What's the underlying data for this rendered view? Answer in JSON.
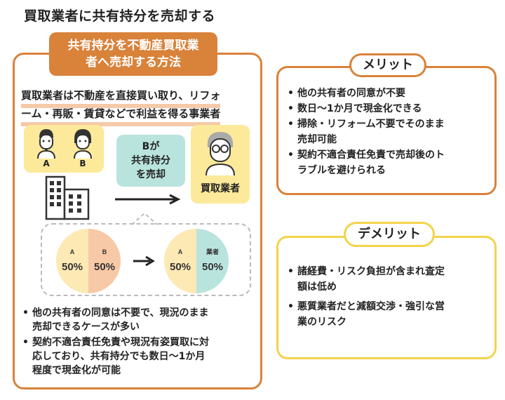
{
  "title": "買取業者に共有持分を売却する",
  "left": {
    "header_line1": "共有持分を不動産買取業",
    "header_line2": "者へ売却する方法",
    "def_line1": "買取業者は不動産を直接買い取り、リフォ",
    "def_line2": "ーム・再販・賃貸などで利益を得る事業者",
    "owner_a": "A",
    "owner_b": "B",
    "bubble_line1": "Bが",
    "bubble_line2": "共有持分",
    "bubble_line3": "を売却",
    "buyer_label": "買取業者",
    "pie_before": {
      "left_label": "A",
      "left_value": "50%",
      "right_label": "B",
      "right_value": "50%"
    },
    "pie_after": {
      "left_label": "A",
      "left_value": "50%",
      "right_label": "業者",
      "right_value": "50%"
    },
    "note1_line1": "他の共有者の同意は不要で、現況のまま",
    "note1_line2": "売却できるケースが多い",
    "note2_line1": "契約不適合責任免責や現況有姿買取に対",
    "note2_line2": "応しており、共有持分でも数日〜1か月",
    "note2_line3": "程度で現金化が可能"
  },
  "merit": {
    "title": "メリット",
    "item1": "他の共有者の同意が不要",
    "item2": "数日〜1か月で現金化できる",
    "item3_line1": "掃除・リフォーム不要でそのまま",
    "item3_line2": "売却可能",
    "item4_line1": "契約不適合責任免責で売却後のト",
    "item4_line2": "ラブルを避けられる"
  },
  "demerit": {
    "title": "デメリット",
    "item1_line1": "諸経費・リスク負担が含まれ査定",
    "item1_line2": "額は低め",
    "item2_line1": "悪質業者だと減額交渉・強引な営",
    "item2_line2": "業のリスク"
  },
  "colors": {
    "orange": "#d9823a",
    "yellow": "#f3d34a",
    "peach": "#f6c9a8",
    "cream": "#fde99a",
    "mint": "#b9e4dd"
  }
}
